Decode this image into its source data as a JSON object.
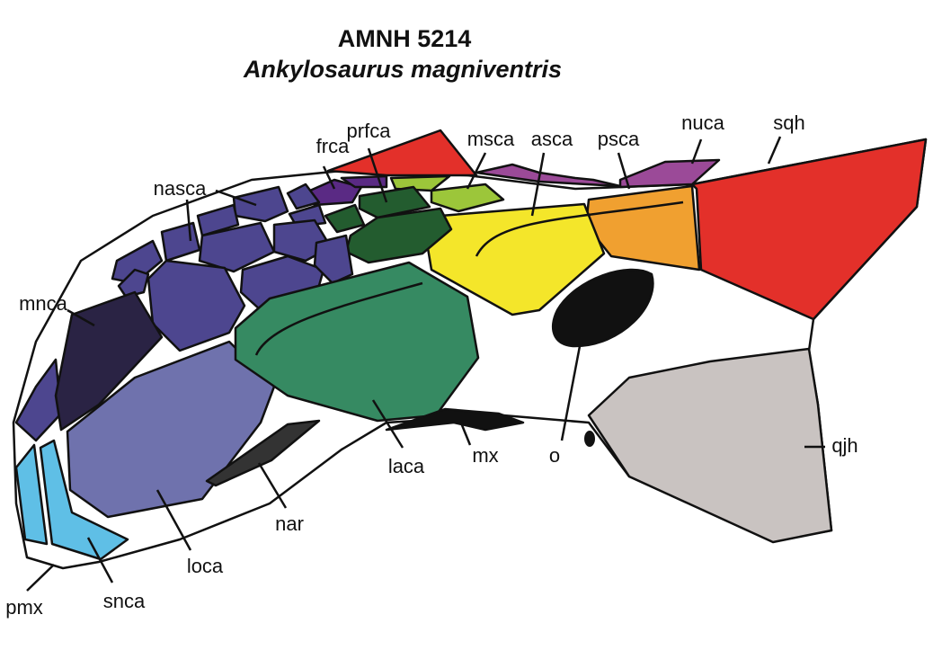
{
  "title": "AMNH 5214",
  "subtitle": "Ankylosaurus magniventris",
  "labels": {
    "frca": "frca",
    "prfca": "prfca",
    "msca": "msca",
    "asca": "asca",
    "psca": "psca",
    "nuca": "nuca",
    "sqh": "sqh",
    "nasca": "nasca",
    "mnca": "mnca",
    "qjh": "qjh",
    "laca": "laca",
    "mx": "mx",
    "o": "o",
    "nar": "nar",
    "loca": "loca",
    "pmx": "pmx",
    "snca": "snca"
  },
  "colors": {
    "sqh": "#e3302a",
    "psca": "#f0a030",
    "asca": "#f4e62a",
    "msca": "#9cc63a",
    "prfca": "#235c2f",
    "frca": "#5a2a84",
    "nuca": "#9b4a98",
    "nasca": "#4d468f",
    "mnca": "#2a2344",
    "loca": "#6f72ad",
    "laca": "#368a62",
    "snca": "#5fbfe6",
    "qjh": "#c9c3c1",
    "nar": "#333333",
    "mx": "#111111",
    "o": "#111111"
  }
}
